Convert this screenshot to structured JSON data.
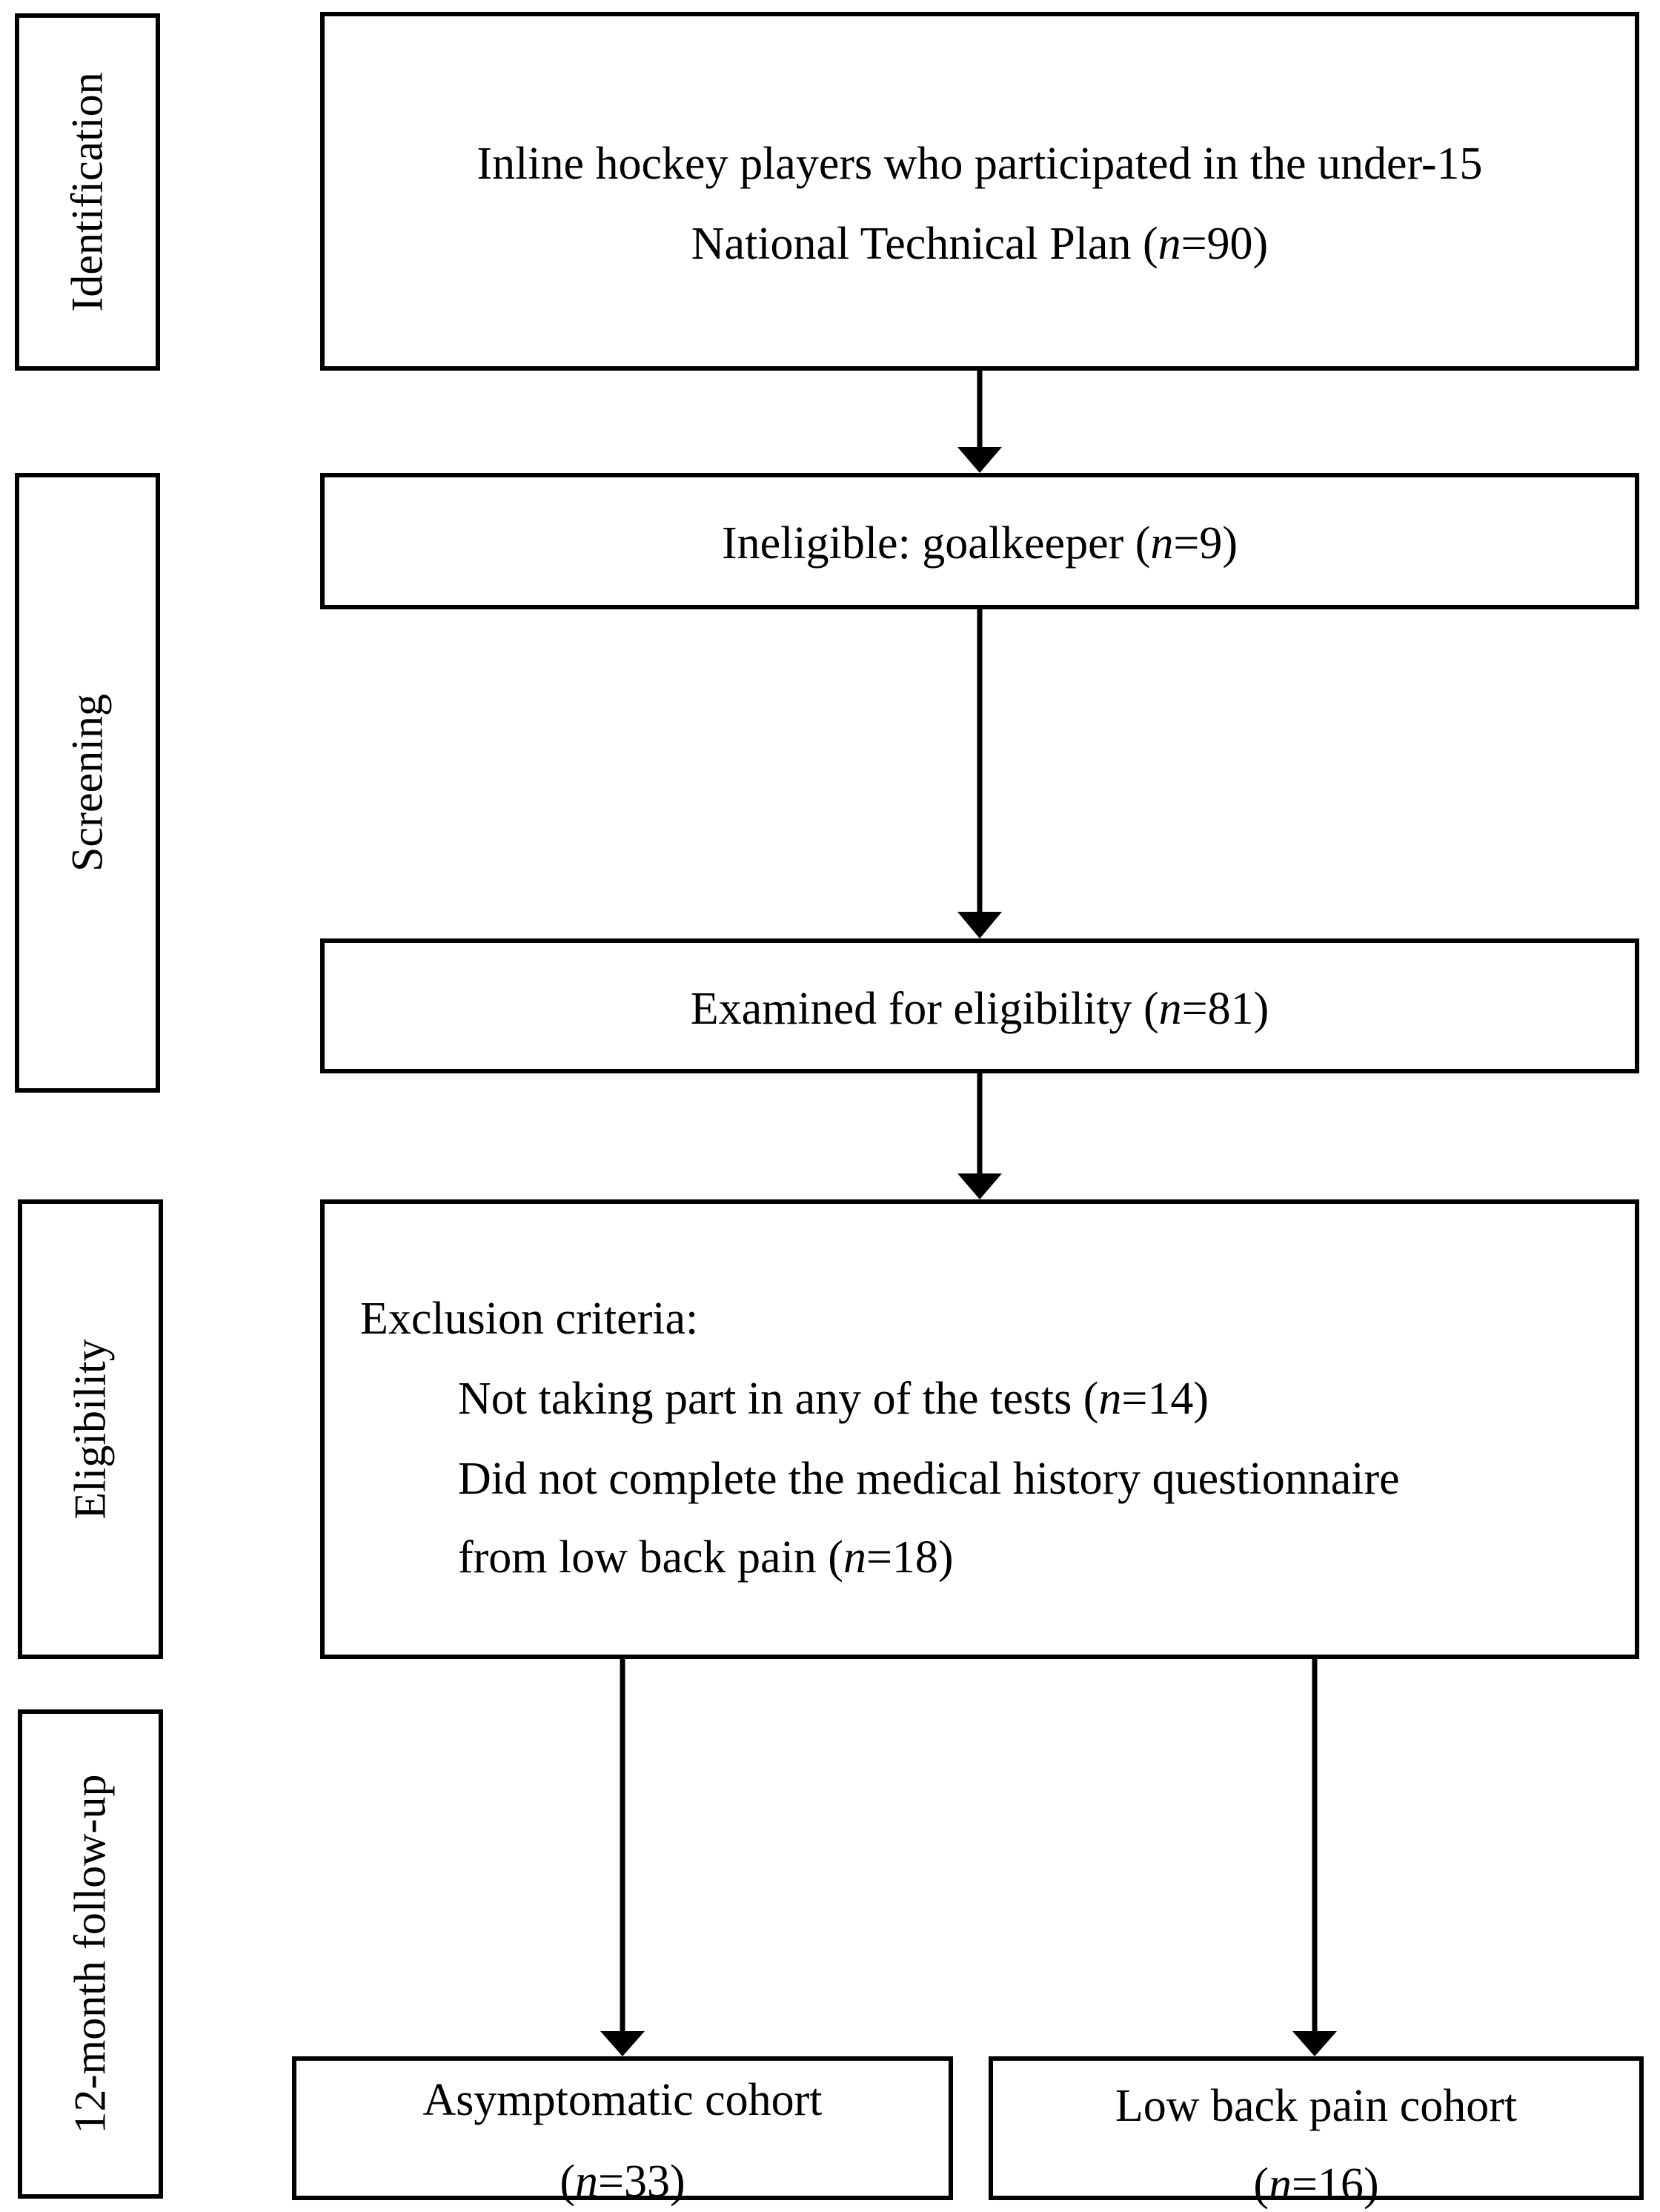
{
  "stages": {
    "identification": "Identification",
    "screening": "Screening",
    "eligibility": "Eligibility",
    "followup": "12-month follow-up"
  },
  "boxes": {
    "identification": {
      "line1": "Inline hockey players who participated in the under-15",
      "line2_pre": "National Technical Plan (",
      "n_symbol": "n",
      "line2_post": "=90)"
    },
    "ineligible": {
      "pre": "Ineligible: goalkeeper (",
      "n_symbol": "n",
      "post": "=9)"
    },
    "examined": {
      "pre": "Examined for eligibility (",
      "n_symbol": "n",
      "post": "=81)"
    },
    "exclusion": {
      "title": "Exclusion criteria:",
      "item1_pre": "Not taking part in any of the tests (",
      "item1_n": "n",
      "item1_post": "=14)",
      "item2_line1": "Did not complete the medical history questionnaire",
      "item2_line2_pre": "from low back pain (",
      "item2_n": "n",
      "item2_post": "=18)"
    },
    "asymptomatic": {
      "title": "Asymptomatic cohort",
      "pre": "(",
      "n_symbol": "n",
      "post": "=33)"
    },
    "lbp": {
      "title": "Low back pain cohort",
      "pre": "(",
      "n_symbol": "n",
      "post": "=16)"
    }
  }
}
